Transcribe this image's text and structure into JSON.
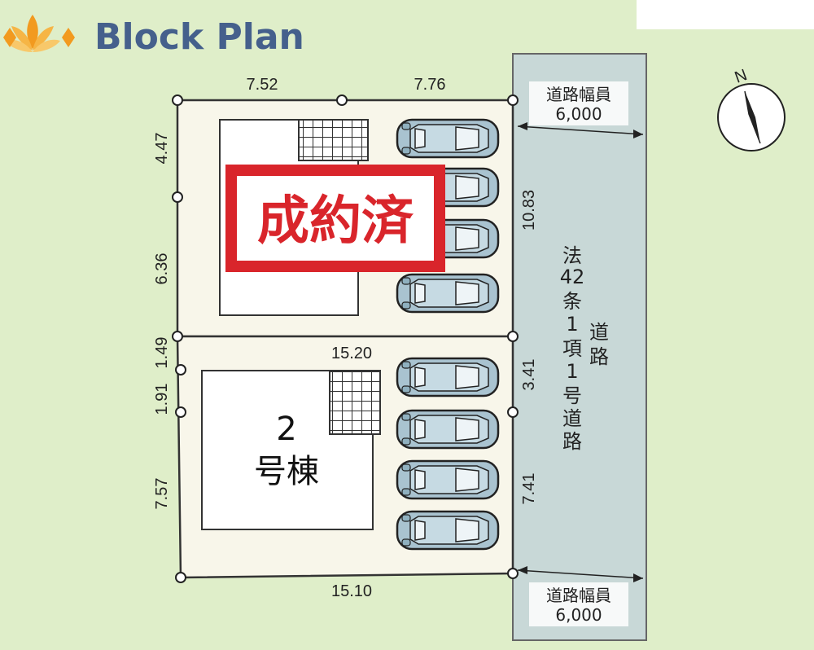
{
  "header": {
    "title": "Block Plan",
    "logo_icon": "lotus-logo"
  },
  "compass": {
    "label": "N"
  },
  "dimensions": {
    "top_left": "7.52",
    "top_right": "7.76",
    "left_upper": "4.47",
    "left_middle": "6.36",
    "left_split": "1.49",
    "left_lower_1": "1.91",
    "left_lower_2": "7.57",
    "right_upper": "10.83",
    "right_mid": "3.41",
    "right_lower": "7.41",
    "middle_boundary": "15.20",
    "bottom": "15.10"
  },
  "road": {
    "width_label": "道路幅員",
    "width_value": "6,000",
    "law_chars": [
      "法",
      "42",
      "条",
      "1",
      "項",
      "1",
      "号",
      "道",
      "路"
    ],
    "type_chars": [
      "道",
      "路"
    ]
  },
  "lot1": {
    "sold_stamp": "成約済"
  },
  "lot2": {
    "number": "2",
    "label": "号棟"
  },
  "colors": {
    "background": "#dfeec9",
    "lot": "#f8f6ea",
    "road": "#c8d8d7",
    "sold_red": "#d9252b",
    "title_blue": "#45608c",
    "car": "#a9c3d0"
  }
}
